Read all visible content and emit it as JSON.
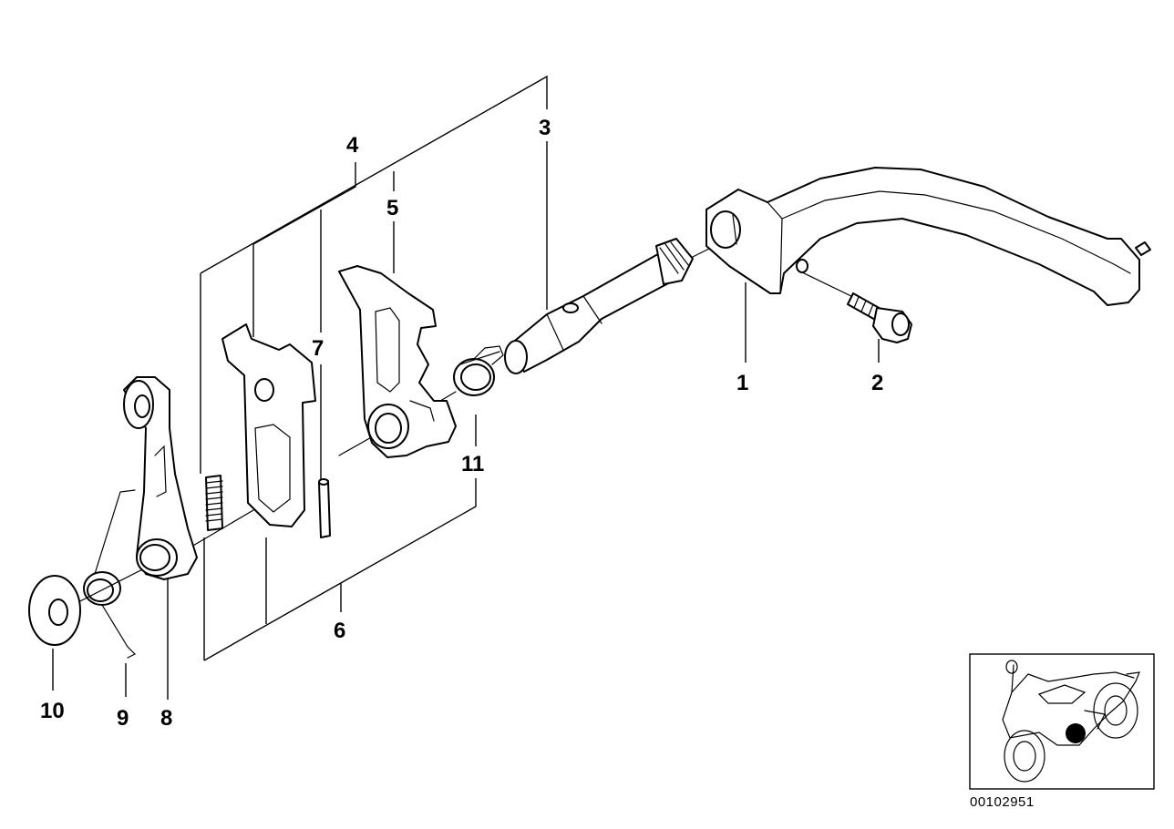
{
  "diagram_id": "00102951",
  "parts": [
    {
      "id": "p1",
      "label": "1"
    },
    {
      "id": "p2",
      "label": "2"
    },
    {
      "id": "p3",
      "label": "3"
    },
    {
      "id": "p4",
      "label": "4"
    },
    {
      "id": "p5",
      "label": "5"
    },
    {
      "id": "p6",
      "label": "6"
    },
    {
      "id": "p7",
      "label": "7"
    },
    {
      "id": "p8",
      "label": "8"
    },
    {
      "id": "p9",
      "label": "9"
    },
    {
      "id": "p10",
      "label": "10"
    },
    {
      "id": "p11",
      "label": "11"
    }
  ],
  "inset": {
    "icon": "motorcycle-location-icon"
  }
}
